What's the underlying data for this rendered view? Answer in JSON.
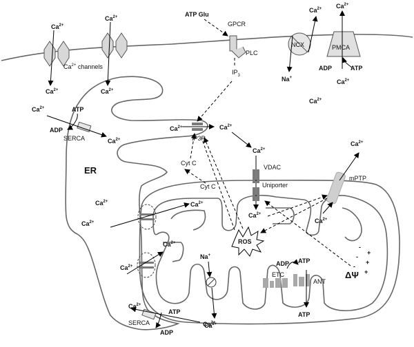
{
  "ion": {
    "ca": "Ca",
    "ca_charge": "2+",
    "na": "Na",
    "na_charge": "+"
  },
  "labels": {
    "atp_glu": "ATP Glu",
    "gpcr": "GPCR",
    "plc": "PLC",
    "ip3": "IP",
    "ip3_sub": "3",
    "ncx": "NCX",
    "pmca": "PMCA",
    "ca_channels": "channels",
    "atp": "ATP",
    "adp": "ADP",
    "serca": "SERCA",
    "er": "ER",
    "ip3r": "IP3R",
    "cyt_c": "Cyt C",
    "vdac": "VDAC",
    "uniporter": "Uniporter",
    "mptp": "mPTP",
    "ros": "ROS",
    "etc": "ETC",
    "ant": "ANT",
    "delta_psi": "ΔΨ",
    "minus": "-",
    "plus": "+"
  },
  "colors": {
    "membrane": "#666666",
    "channel_fill": "#d8d8d8",
    "channel_dark": "#7a7a7a",
    "mptp_fill": "#cfcfcf",
    "arrow": "#000000"
  }
}
